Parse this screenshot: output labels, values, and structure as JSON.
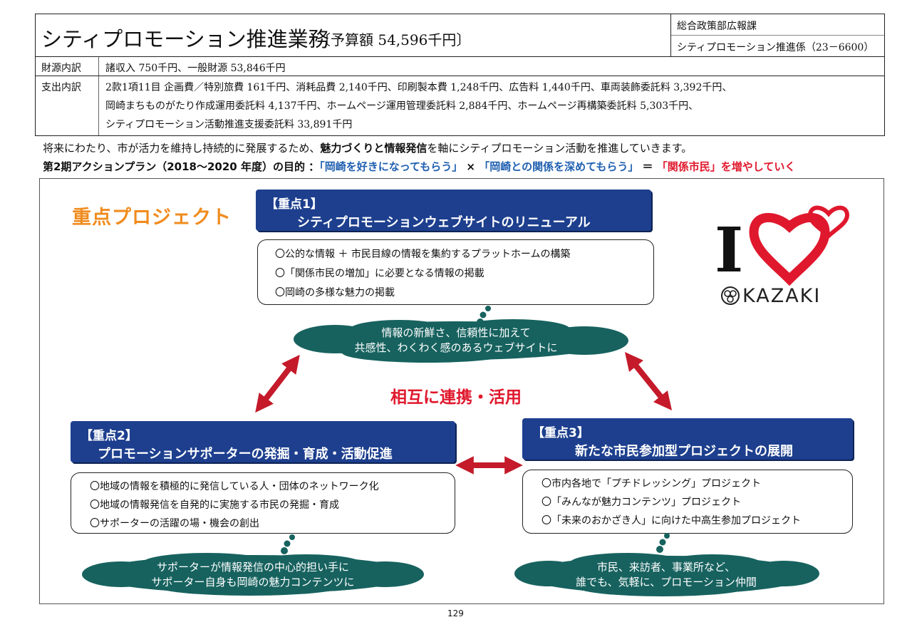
{
  "header": {
    "title": "シティプロモーション推進業務",
    "budget": "〔予算額 54,596千円〕",
    "department": "総合政策部広報課",
    "section": "シティプロモーション推進係（23－6600）",
    "source_label": "財源内訳",
    "source_value": "諸収入 750千円、一般財源 53,846千円",
    "expense_label": "支出内訳",
    "expense_lines": [
      "2款1項11目 企画費／特別旅費 161千円、消耗品費 2,140千円、印刷製本費 1,248千円、広告料 1,440千円、車両装飾委託料 3,392千円、",
      "岡崎まちものがたり作成運用委託料 4,137千円、ホームページ運用管理委託料 2,884千円、ホームページ再構築委託料 5,303千円、",
      "シティプロモーション活動推進支援委託料 33,891千円"
    ]
  },
  "intro": {
    "line1_a": "将来にわたり、市が活力を維持し持続的に発展するため、",
    "line1_b": "魅力づくりと情報発信",
    "line1_c": "を軸にシティプロモーション活動を推進していきます。",
    "line2_a": "第2期アクションプラン（2018～2020 年度）の目的 ：",
    "line2_b": "「岡崎を好きになってもらう」",
    "line2_c": " × ",
    "line2_d": "「岡崎との関係を深めてもらう」",
    "line2_e": " ＝ ",
    "line2_f": "「関係市民」を増やしていく"
  },
  "diagram": {
    "heading": "重点プロジェクト",
    "center": "相互に連携・活用",
    "p1": {
      "tag": "【重点1】",
      "title": "シティプロモーションウェブサイトのリニューアル",
      "items": [
        "〇公的な情報 ＋ 市民目線の情報を集約するプラットホームの構築",
        "〇「関係市民の増加」に必要となる情報の掲載",
        "〇岡崎の多様な魅力の掲載"
      ],
      "cloud": [
        "情報の新鮮さ、信頼性に加えて",
        "共感性、わくわく感のあるウェブサイトに"
      ]
    },
    "p2": {
      "tag": "【重点2】",
      "title": "プロモーションサポーターの発掘・育成・活動促進",
      "items": [
        "〇地域の情報を積極的に発信している人・団体のネットワーク化",
        "〇地域の情報発信を自発的に実施する市民の発掘・育成",
        "〇サポーターの活躍の場・機会の創出"
      ],
      "cloud": [
        "サポーターが情報発信の中心的担い手に",
        "サポーター自身も岡崎の魅力コンテンツに"
      ]
    },
    "p3": {
      "tag": "【重点3】",
      "title": "新たな市民参加型プロジェクトの展開",
      "items": [
        "〇市内各地で「プチドレッシング」プロジェクト",
        "〇「みんなが魅力コンテンツ」プロジェクト",
        "〇「未来のおかざき人」に向けた中高生参加プロジェクト"
      ],
      "cloud": [
        "市民、来訪者、事業所など、",
        "誰でも、気軽に、プロモーション仲間"
      ]
    },
    "logo": {
      "letter": "I",
      "word": "KAZAKI"
    }
  },
  "colors": {
    "navy": "#1d3f8e",
    "cloud": "#17625f",
    "orange": "#f08c1f",
    "red": "#e0182d",
    "blue": "#1f5fb0"
  },
  "page_number": "129"
}
